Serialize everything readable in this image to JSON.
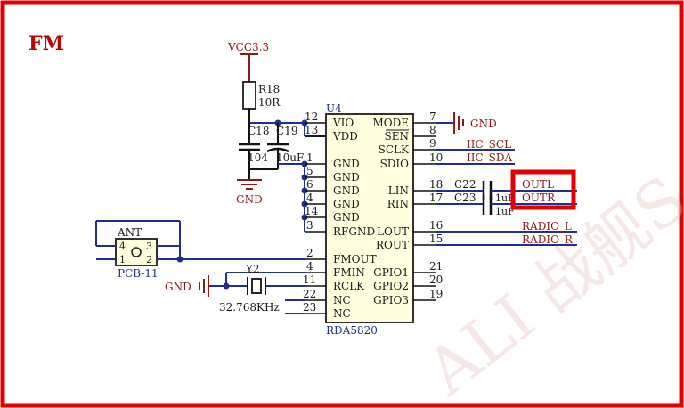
{
  "header": {
    "title": "FM"
  },
  "watermark": "ALI 战舰S",
  "power": {
    "vcc": "VCC3.3",
    "gnd": "GND"
  },
  "r18": {
    "ref": "R18",
    "value": "10R"
  },
  "c18": {
    "ref": "C18",
    "value": "104"
  },
  "c19": {
    "ref": "C19",
    "value": "10uF"
  },
  "c22": {
    "ref": "C22",
    "value": "1uF"
  },
  "c23": {
    "ref": "C23",
    "value": "1uF"
  },
  "chip": {
    "ref": "U4",
    "part": "RDA5820",
    "left_pins": [
      {
        "num": "12",
        "name": "VIO"
      },
      {
        "num": "13",
        "name": "VDD"
      },
      {
        "num": "1",
        "name": "GND"
      },
      {
        "num": "5",
        "name": "GND"
      },
      {
        "num": "6",
        "name": "GND"
      },
      {
        "num": "4",
        "name": "GND"
      },
      {
        "num": "14",
        "name": "GND"
      },
      {
        "num": "3",
        "name": "RFGND"
      },
      {
        "num": "2",
        "name": "FMOUT"
      },
      {
        "num": "4",
        "name": "FMIN"
      },
      {
        "num": "11",
        "name": "RCLK"
      },
      {
        "num": "22",
        "name": "NC"
      },
      {
        "num": "23",
        "name": "NC"
      }
    ],
    "right_pins": [
      {
        "num": "7",
        "name": "MODE"
      },
      {
        "num": "8",
        "name": "SEN"
      },
      {
        "num": "9",
        "name": "SCLK"
      },
      {
        "num": "10",
        "name": "SDIO"
      },
      {
        "num": "18",
        "name": "LIN"
      },
      {
        "num": "17",
        "name": "RIN"
      },
      {
        "num": "16",
        "name": "LOUT"
      },
      {
        "num": "15",
        "name": "ROUT"
      },
      {
        "num": "21",
        "name": "GPIO1"
      },
      {
        "num": "20",
        "name": "GPIO2"
      },
      {
        "num": "19",
        "name": "GPIO3"
      }
    ]
  },
  "nets": {
    "scl": "IIC_SCL",
    "sda": "IIC_SDA",
    "outl": "OUTL",
    "outr": "OUTR",
    "radio_l": "RADIO_L",
    "radio_r": "RADIO_R"
  },
  "antenna": {
    "label": "ANT",
    "footprint": "PCB-11",
    "pins": [
      "4",
      "3",
      "1",
      "2"
    ]
  },
  "crystal": {
    "ref": "Y2",
    "freq": "32.768KHz"
  },
  "highlight_color": "#e00000",
  "frame_color": "#e00000"
}
